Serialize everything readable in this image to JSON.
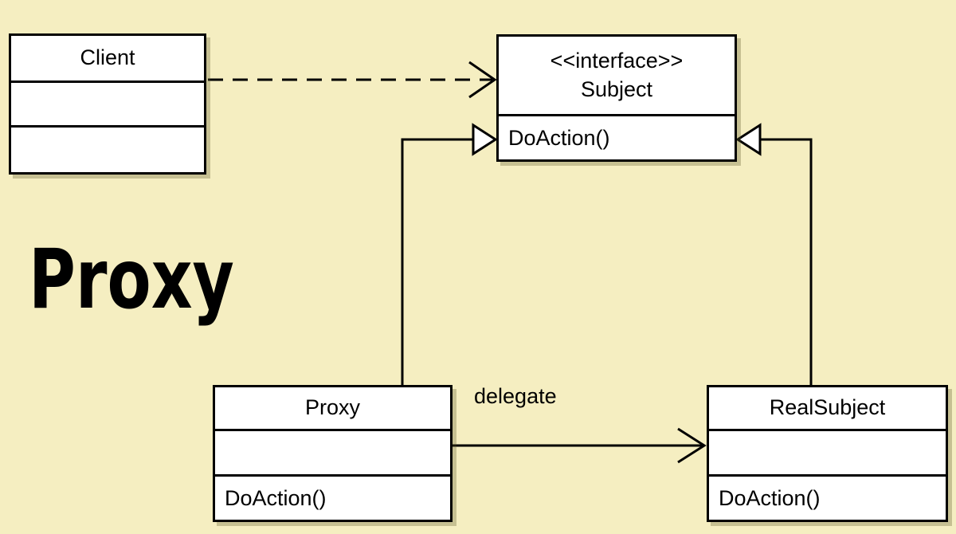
{
  "title": "Proxy",
  "colors": {
    "background": "#F5EEC1",
    "box_fill": "#FFFFFF",
    "line": "#000000",
    "shadow": "rgba(90, 85, 40, 0.30)"
  },
  "classes": {
    "client": {
      "name": "Client",
      "attributes": "",
      "methods": ""
    },
    "subject": {
      "stereotype": "<<interface>>",
      "name": "Subject",
      "method": "DoAction()"
    },
    "proxy": {
      "name": "Proxy",
      "attributes": "",
      "method": "DoAction()"
    },
    "real_subject": {
      "name": "RealSubject",
      "attributes": "",
      "method": "DoAction()"
    }
  },
  "connectors": {
    "client_to_subject": {
      "from": "Client",
      "to": "Subject",
      "type": "dependency (dashed, open arrow)"
    },
    "proxy_to_subject": {
      "from": "Proxy",
      "to": "Subject",
      "type": "realization (hollow triangle)"
    },
    "real_subject_to_subject": {
      "from": "RealSubject",
      "to": "Subject",
      "type": "realization (hollow triangle)"
    },
    "proxy_to_real_subject": {
      "from": "Proxy",
      "to": "RealSubject",
      "type": "association (open arrow)",
      "label": "delegate"
    }
  }
}
